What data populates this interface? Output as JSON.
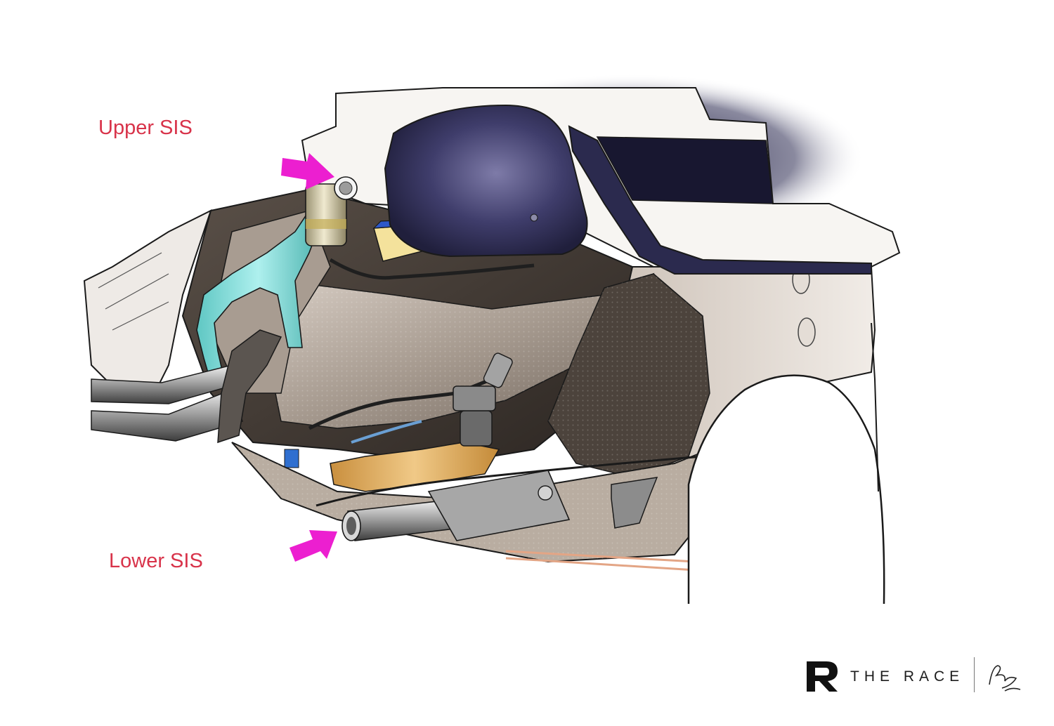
{
  "callouts": {
    "upper": "Upper SIS",
    "lower": "Lower SIS"
  },
  "brand": {
    "name": "THE RACE",
    "logo_icon": "r-logo-icon",
    "signature_icon": "artist-signature-icon"
  },
  "colors": {
    "label": "#d8334a",
    "arrow": "#ec1fd0",
    "nose": "#36355f",
    "cooling_duct": "#8fe0de",
    "fuel_line": "#e3b66c",
    "body": "#8a7c70"
  }
}
